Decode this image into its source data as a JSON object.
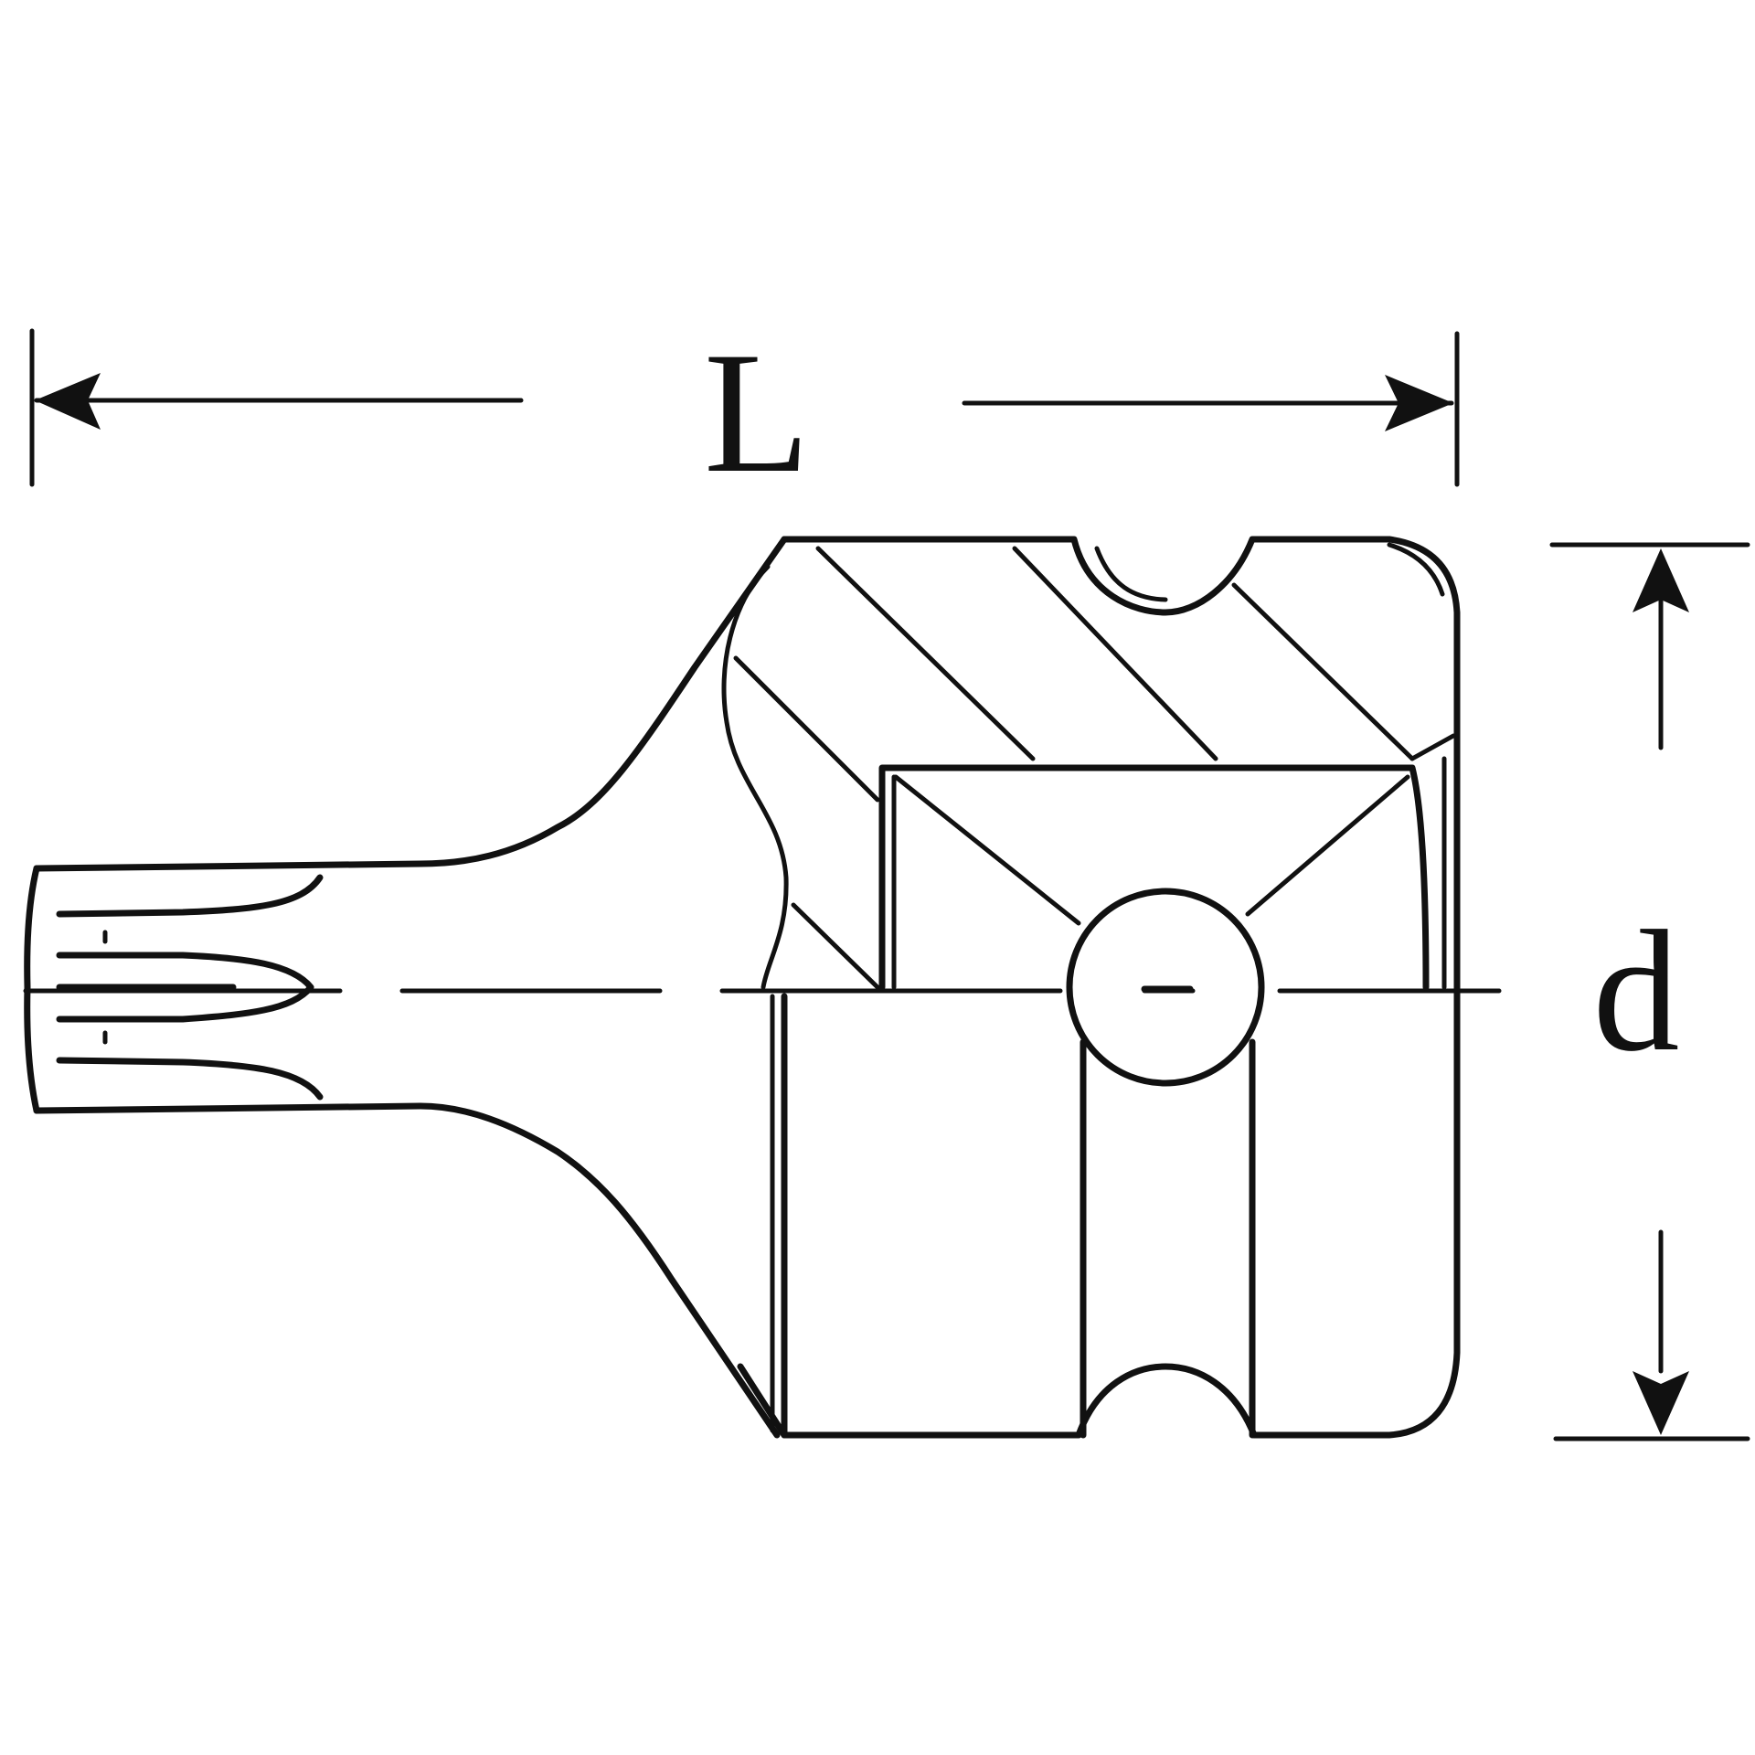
{
  "diagram": {
    "type": "technical-drawing",
    "subject": "square-drive-socket-with-torx-bit",
    "line_color": "#111111",
    "background_color": "#ffffff"
  },
  "dimensions": {
    "length_label": "L",
    "diameter_label": "d"
  }
}
